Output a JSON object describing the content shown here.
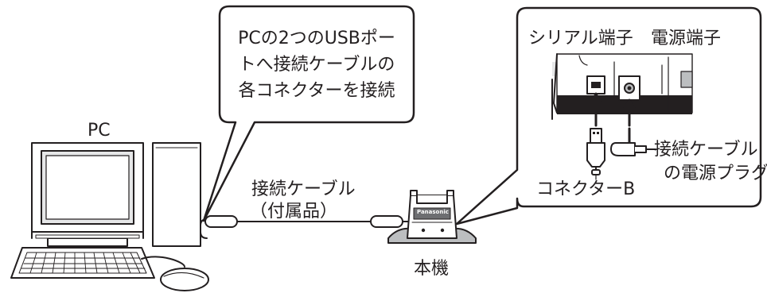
{
  "callout": {
    "lines": [
      "PCの2つのUSBポー",
      "トへ接続ケーブルの",
      "各コネクターを接続"
    ]
  },
  "labels": {
    "pc": "PC",
    "cable_line1": "接続ケーブル",
    "cable_line2": "（付属品）",
    "base_unit": "本機",
    "serial_port": "シリアル端子",
    "power_port": "電源端子",
    "power_plug_line1": "接続ケーブル",
    "power_plug_line2": "の電源プラグ",
    "connector_b": "コネクターB",
    "brand": "Panasonic"
  },
  "colors": {
    "line": "#231f20",
    "gray_fill": "#bcbec0",
    "light_fill": "#e6e7e8",
    "dark_fill": "#6d6e71"
  }
}
